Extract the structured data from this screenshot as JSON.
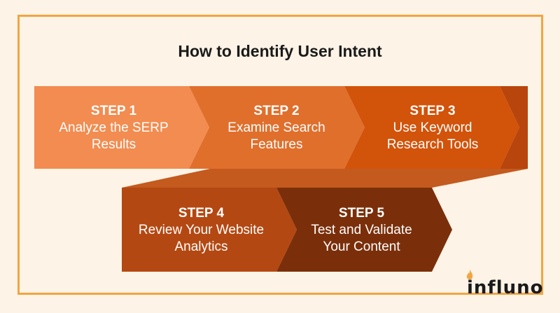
{
  "title": "How to Identify User Intent",
  "colors": {
    "background": "#fdf3e6",
    "frame": "#f2a541",
    "step1": "#f28c50",
    "step2": "#e06f2c",
    "step3": "#d2530a",
    "step4": "#b44812",
    "step5": "#7a2f0a",
    "connector": "#c45a1e"
  },
  "steps": [
    {
      "num": "STEP 1",
      "text": "Analyze the SERP Results"
    },
    {
      "num": "STEP 2",
      "text": "Examine Search Features"
    },
    {
      "num": "STEP 3",
      "text": "Use Keyword Research Tools"
    },
    {
      "num": "STEP 4",
      "text": "Review Your Website Analytics"
    },
    {
      "num": "STEP 5",
      "text": "Test and Validate Your Content"
    }
  ],
  "brand": {
    "name": "influno",
    "icon": "flame-icon"
  }
}
